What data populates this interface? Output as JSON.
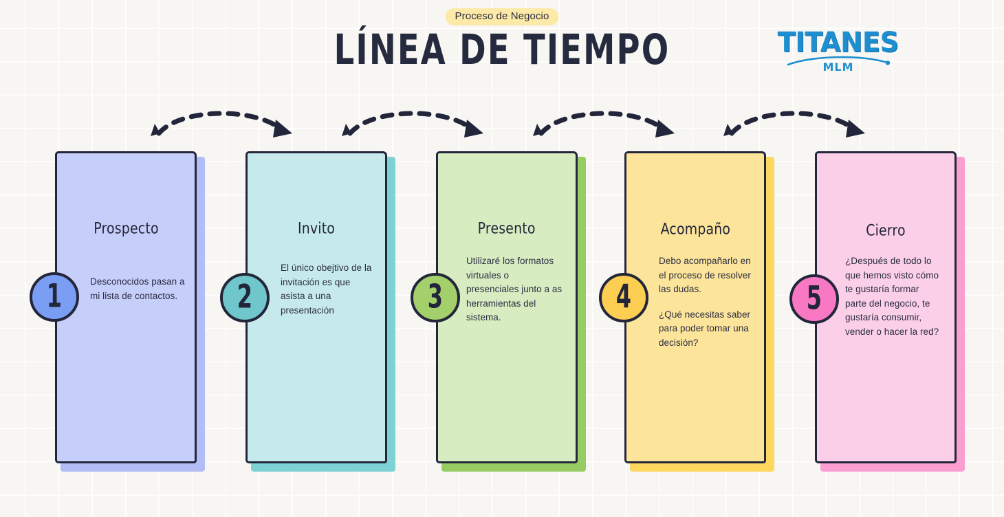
{
  "header": {
    "eyebrow": "Proceso de Negocio",
    "title": "LÍNEA DE TIEMPO",
    "logo_word": "TITANES",
    "logo_sub": "MLM"
  },
  "colors": {
    "background": "#f7f6f3",
    "ink": "#23263a",
    "eyebrow_bg": "#fde9a8",
    "logo_blue": "#1d8fd1"
  },
  "steps": [
    {
      "number": "1",
      "title": "Prospecto",
      "paragraphs": [
        "Desconocidos pasan a mi lista de contactos."
      ],
      "fill": "#c6cefa",
      "shadow": "#b2bdf6",
      "circle": "#7b9ef5"
    },
    {
      "number": "2",
      "title": "Invito",
      "paragraphs": [
        "El único obejtivo de la invitación es que asista a una presentación"
      ],
      "fill": "#c6eaec",
      "shadow": "#7fd2d4",
      "circle": "#6fc6cb"
    },
    {
      "number": "3",
      "title": "Presento",
      "paragraphs": [
        "Utilizaré los formatos virtuales o presenciales junto a as herramientas del sistema."
      ],
      "fill": "#d7ecc0",
      "shadow": "#97cc63",
      "circle": "#a4d06c"
    },
    {
      "number": "4",
      "title": "Acompaño",
      "paragraphs": [
        "Debo acompañarlo en el proceso de resolver las dudas.",
        "¿Qué necesitas saber para poder tomar una decisión?"
      ],
      "fill": "#fce49a",
      "shadow": "#fdd75e",
      "circle": "#fcce52"
    },
    {
      "number": "5",
      "title": "Cierro",
      "paragraphs": [
        "¿Después de todo lo que hemos visto cómo te gustaría formar parte del negocio, te gustaría consumir, vender o hacer la red?"
      ],
      "fill": "#fbcfe8",
      "shadow": "#fb9fd1",
      "circle": "#f978c4"
    }
  ],
  "connectors": [
    {
      "name": "arrow-step-1-to-2"
    },
    {
      "name": "arrow-step-2-to-3"
    },
    {
      "name": "arrow-step-3-to-4"
    },
    {
      "name": "arrow-step-4-to-5"
    }
  ]
}
